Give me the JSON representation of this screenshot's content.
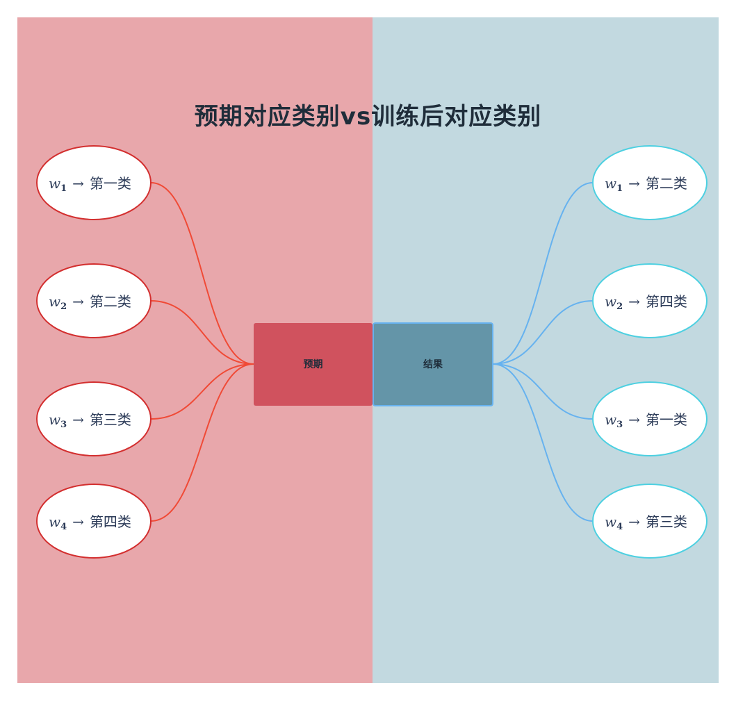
{
  "title": "预期对应类别vs训练后对应类别",
  "colors": {
    "left_panel": "#e8a7ab",
    "right_panel": "#c2d9e0",
    "left_center": "#d0525e",
    "right_center": "#6495a8",
    "left_line": "#f04a36",
    "right_line": "#66b2ef",
    "left_node_border": "#d32f2f",
    "right_node_border": "#4dd0e1"
  },
  "left": {
    "center_label": "预期",
    "nodes": [
      {
        "var": "w",
        "sub": "1",
        "arrow": "→",
        "label": "第一类"
      },
      {
        "var": "w",
        "sub": "2",
        "arrow": "→",
        "label": "第二类"
      },
      {
        "var": "w",
        "sub": "3",
        "arrow": "→",
        "label": "第三类"
      },
      {
        "var": "w",
        "sub": "4",
        "arrow": "→",
        "label": "第四类"
      }
    ]
  },
  "right": {
    "center_label": "结果",
    "nodes": [
      {
        "var": "w",
        "sub": "1",
        "arrow": "→",
        "label": "第二类"
      },
      {
        "var": "w",
        "sub": "2",
        "arrow": "→",
        "label": "第四类"
      },
      {
        "var": "w",
        "sub": "3",
        "arrow": "→",
        "label": "第一类"
      },
      {
        "var": "w",
        "sub": "4",
        "arrow": "→",
        "label": "第三类"
      }
    ]
  }
}
